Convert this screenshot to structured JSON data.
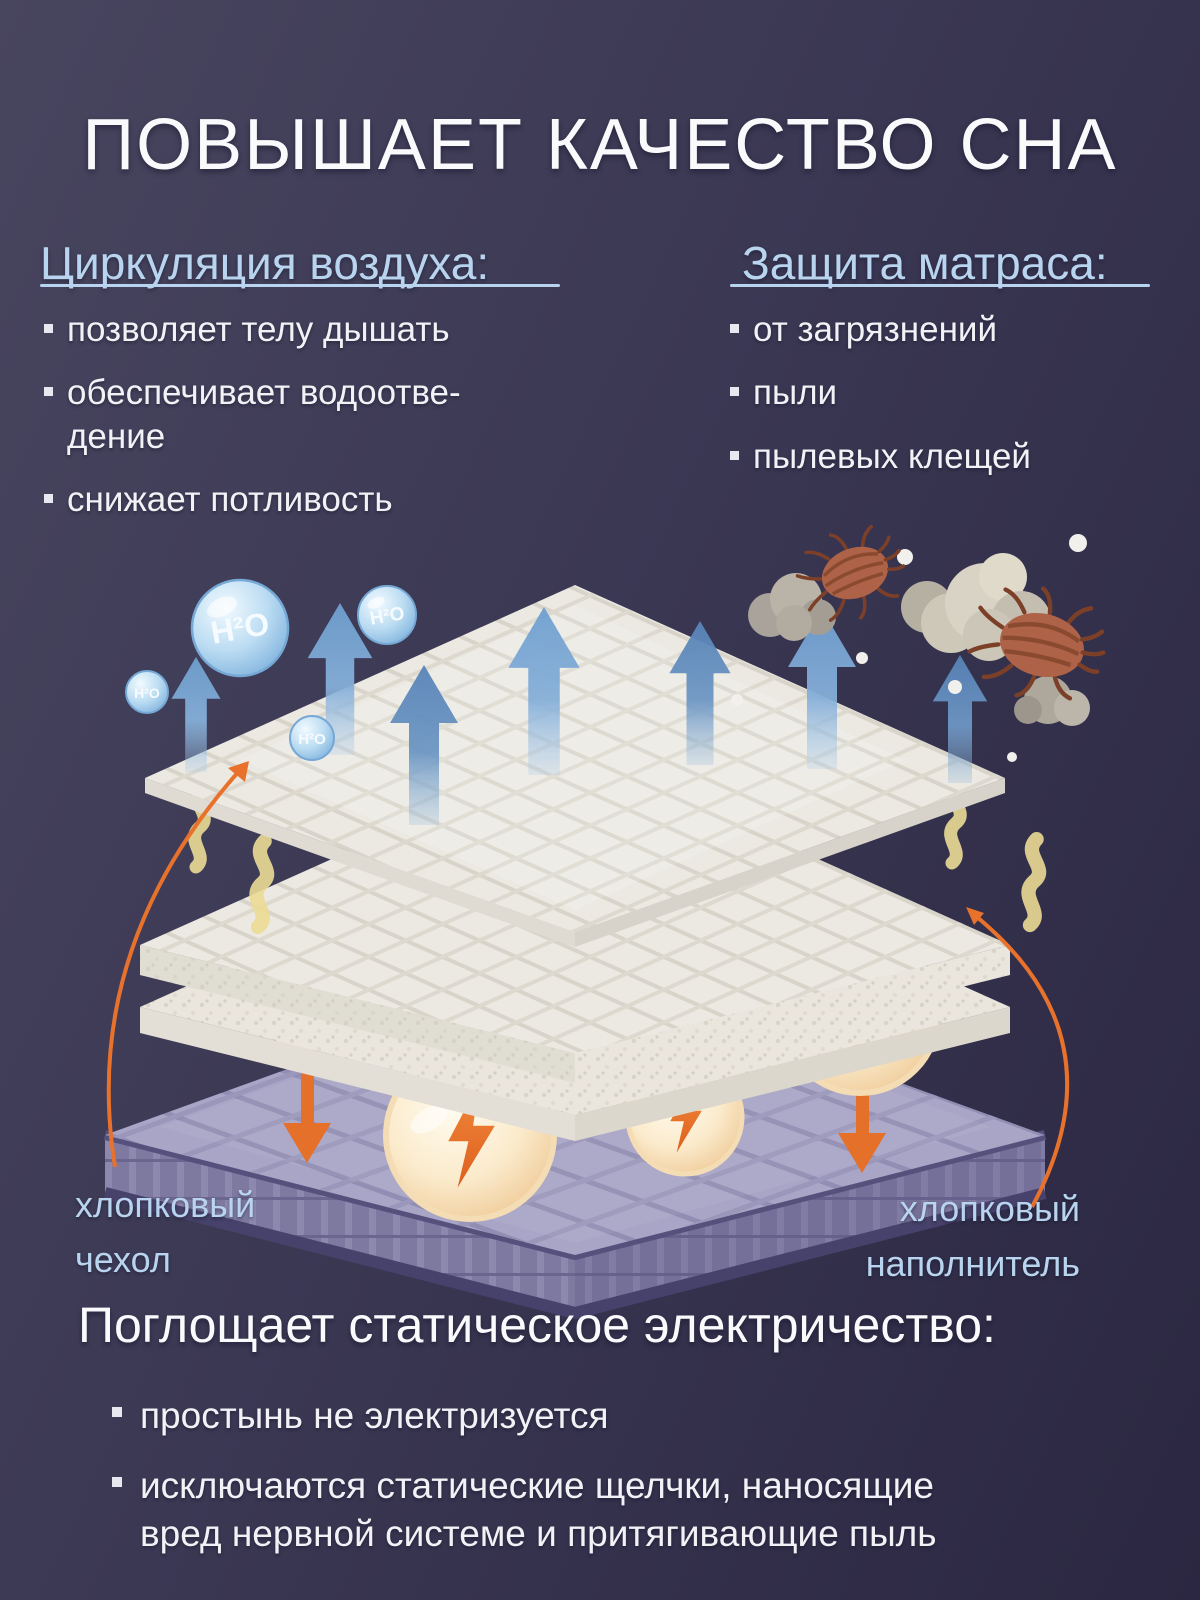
{
  "colors": {
    "bg_start": "#48455F",
    "bg_end": "#2B2742",
    "text_heading": "#FAFAFC",
    "text_body": "#F2F2F6",
    "accent_blue": "#B9D4EE",
    "accent_orange": "#E8722C",
    "arrow_blue": "#6F9DCC",
    "mattress_lavender": "#A9A5C7",
    "topper_white": "#ECE9E3",
    "lightning_sphere_cream": "#F7E8CB",
    "dust_cloud_beige": "#D9D3C5"
  },
  "title": "ПОВЫШАЕТ КАЧЕСТВО СНА",
  "air_section": {
    "heading": "Циркуляция воздуха:",
    "bullets": [
      "позволяет телу дышать",
      "обеспечивает водоотве-\nдение",
      "снижает потливость"
    ]
  },
  "protection_section": {
    "heading": "Защита матраса:",
    "bullets": [
      "от загрязнений",
      "пыли",
      "пылевых клещей"
    ]
  },
  "diagram": {
    "h2o_label": "H²O",
    "left_label": "хлопковый\nчехол",
    "right_label": "хлопковый\nнаполнитель"
  },
  "static_section": {
    "heading": "Поглощает статическое электричество:",
    "bullets": [
      "простынь не электризуется",
      "исключаются статические щелчки, наносящие\nвред нервной системе и притягивающие пыль"
    ]
  }
}
